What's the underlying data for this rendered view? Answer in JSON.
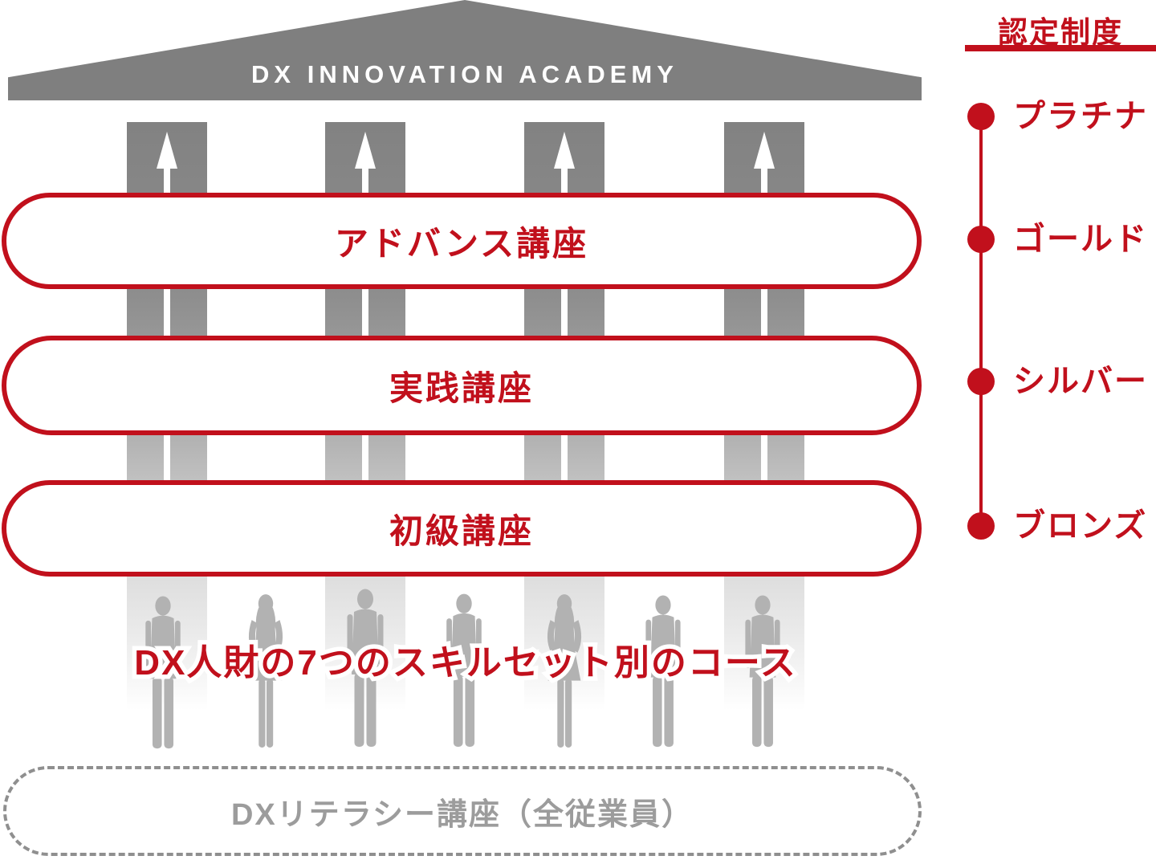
{
  "academy": {
    "roof_title": "DX INNOVATION ACADEMY"
  },
  "courses": [
    {
      "label": "アドバンス講座"
    },
    {
      "label": "実践講座"
    },
    {
      "label": "初級講座"
    }
  ],
  "skill_note": "DX人財の7つのスキルセット別のコース",
  "literacy": {
    "label": "DXリテラシー講座（全従業員）"
  },
  "certification": {
    "title": "認定制度",
    "levels": [
      {
        "label": "プラチナ"
      },
      {
        "label": "ゴールド"
      },
      {
        "label": "シルバー"
      },
      {
        "label": "ブロンズ"
      }
    ]
  },
  "icons": {
    "pillar_arrow": "up-arrow-icon",
    "person": "person-silhouette-icon"
  },
  "colors": {
    "brand_red": "#c1101c",
    "roof_gray": "#7f7f7f",
    "pillar_gray": "#848484",
    "people_gray": "#b2b2b2",
    "literacy_gray": "#9c9c9c",
    "dash_border_gray": "#8f8f8f",
    "white": "#ffffff"
  }
}
